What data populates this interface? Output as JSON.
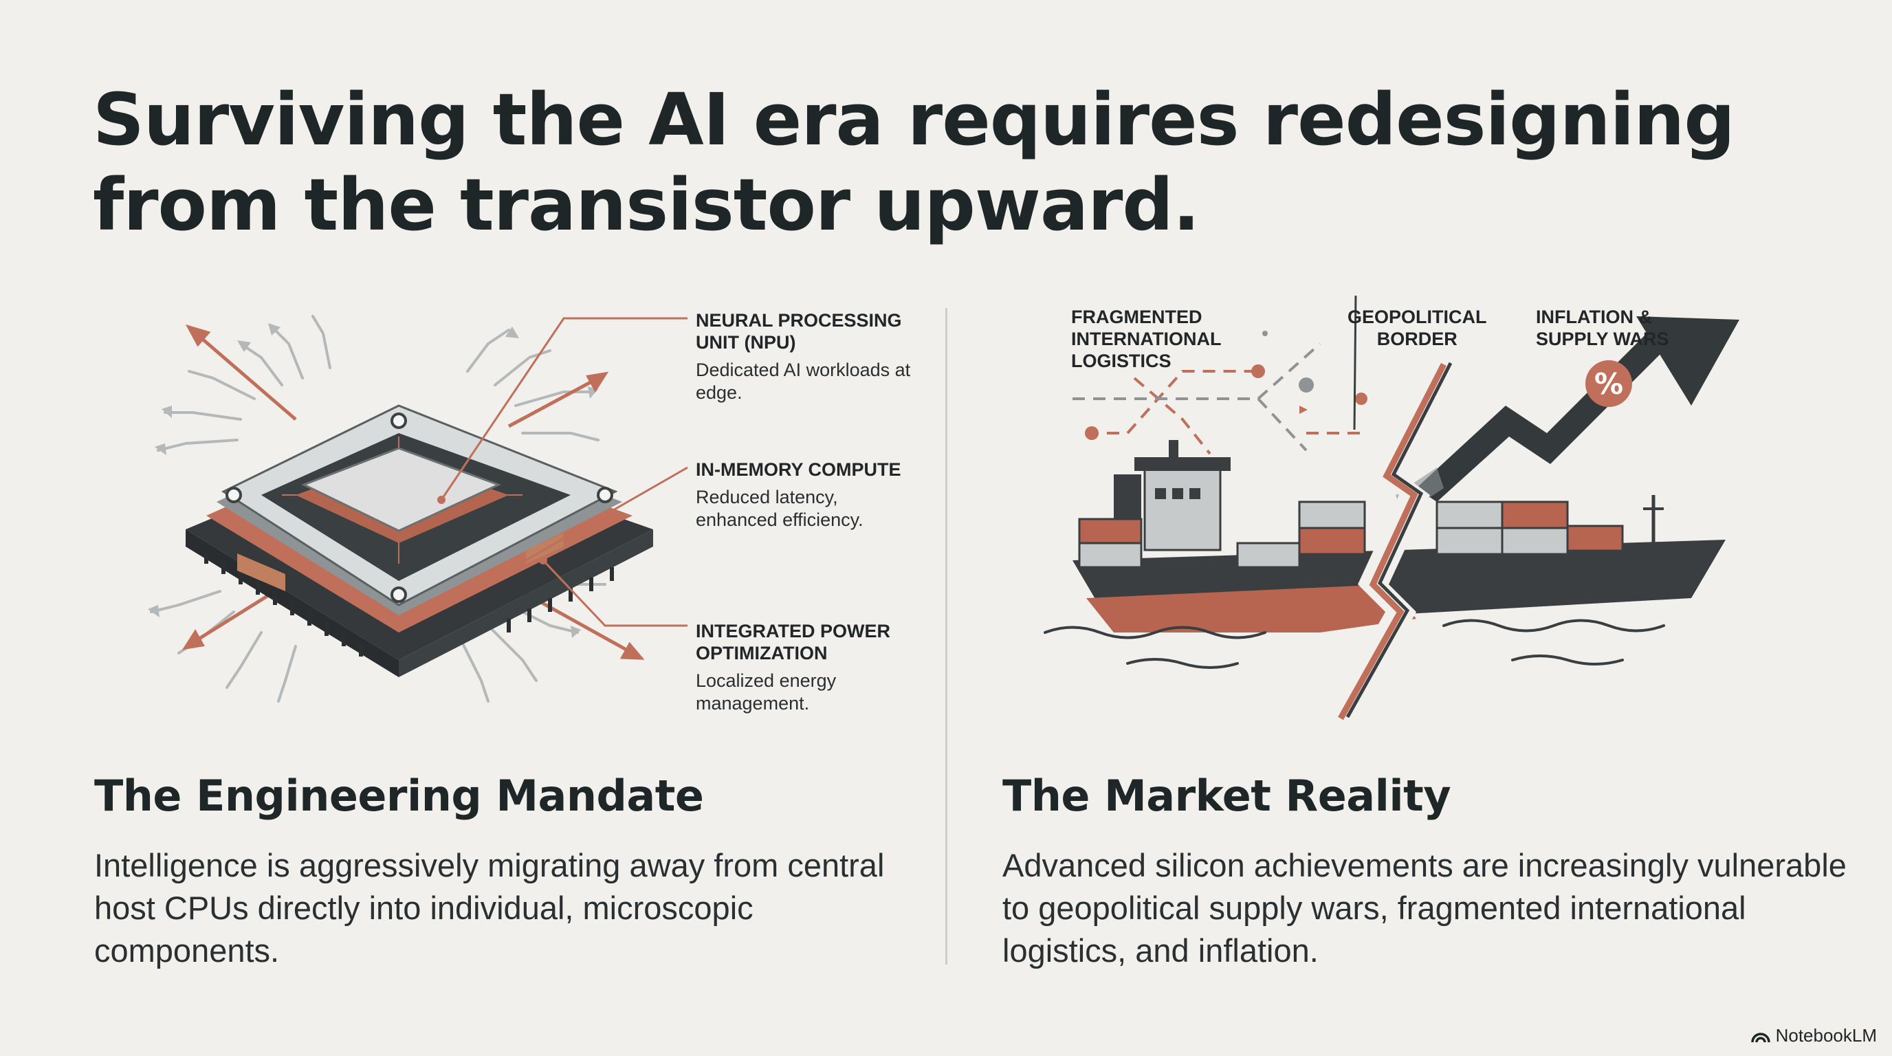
{
  "title": "Surviving the AI era requires redesigning from the transistor upward.",
  "left": {
    "callouts": [
      {
        "title": "NEURAL PROCESSING UNIT (NPU)",
        "desc": "Dedicated AI workloads at edge."
      },
      {
        "title": "IN-MEMORY COMPUTE",
        "desc": "Reduced latency, enhanced efficiency."
      },
      {
        "title": "INTEGRATED POWER OPTIMIZATION",
        "desc": "Localized energy management."
      }
    ],
    "heading": "The Engineering Mandate",
    "body": "Intelligence is aggressively migrating away from central host CPUs directly into individual, microscopic components."
  },
  "right": {
    "labels": [
      {
        "text": "FRAGMENTED\nINTERNATIONAL\nLOGISTICS"
      },
      {
        "text": "GEOPOLITICAL\nBORDER"
      },
      {
        "text": "INFLATION &\nSUPPLY WARS"
      }
    ],
    "badge": "%",
    "heading": "The Market Reality",
    "body": "Advanced silicon achievements are increasingly vulnerable to geopolitical supply wars, fragmented international logistics, and inflation."
  },
  "brand": {
    "name": "NotebookLM",
    "icon": "notebooklm-logo-icon"
  },
  "colors": {
    "accent": "#c0705a",
    "dark": "#34393b",
    "background": "#f1f0ec",
    "steel": "#b7bcbd"
  }
}
